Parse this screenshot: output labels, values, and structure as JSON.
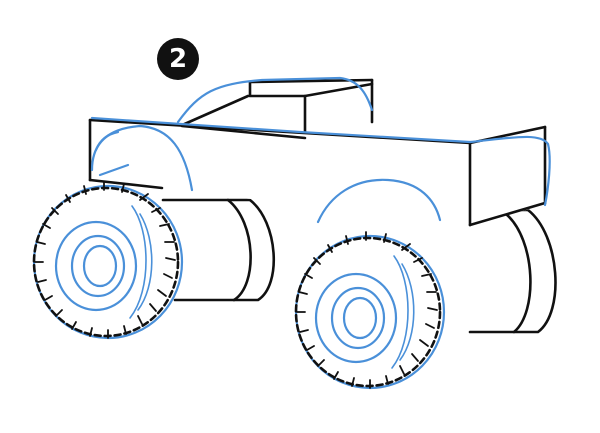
{
  "step": {
    "number": "2"
  },
  "colors": {
    "ink": "#111111",
    "guide": "#4a90d9",
    "background": "#ffffff",
    "badge_fill": "#111111",
    "badge_text": "#ffffff"
  },
  "drawing": {
    "subject": "monster-truck",
    "parts": [
      "cab",
      "windshield",
      "body",
      "wheel-arches",
      "front-wheel",
      "rear-wheel",
      "back-wheels"
    ]
  }
}
